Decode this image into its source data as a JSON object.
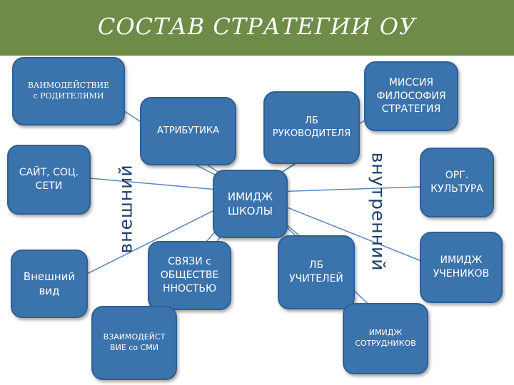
{
  "title": "СОСТАВ  СТРАТЕГИИ  ОУ",
  "center": "ИМИДЖ\nШКОЛЫ",
  "side_labels": {
    "external": "внешний",
    "internal": "внутренний"
  },
  "nodes": {
    "parents": "ВАИМОДЕЙСТВИЕ\nс РОДИТЕЛЯМИ",
    "attributes": "АТРИБУТИКА",
    "leader": "ЛБ\nРУКОВОДИТЕЛЯ",
    "mission": "МИССИЯ\nФИЛОСОФИЯ\nСТРАТЕГИЯ",
    "site": "САЙТ, СОЦ.\nСЕТИ",
    "appearance": "Внешний\nвид",
    "public": "СВЯЗИ с\nОБЩЕСТВЕ\nННОСТЬЮ",
    "media": "ВЗАИМОДЕЙСТ\nВИЕ со СМИ",
    "teachers": "ЛБ\nУЧИТЕЛЕЙ",
    "staff": "ИМИДЖ\nСОТРУДНИКОВ",
    "culture": "ОРГ.\nКУЛЬТУРА",
    "students": "ИМИДЖ\nУЧЕНИКОВ"
  },
  "colors": {
    "header": "#6f8b48",
    "node_fill": "#3b73ad",
    "node_border": "#2e5f93",
    "connector": "#5b86bd",
    "side_label": "#1f3f6b"
  }
}
